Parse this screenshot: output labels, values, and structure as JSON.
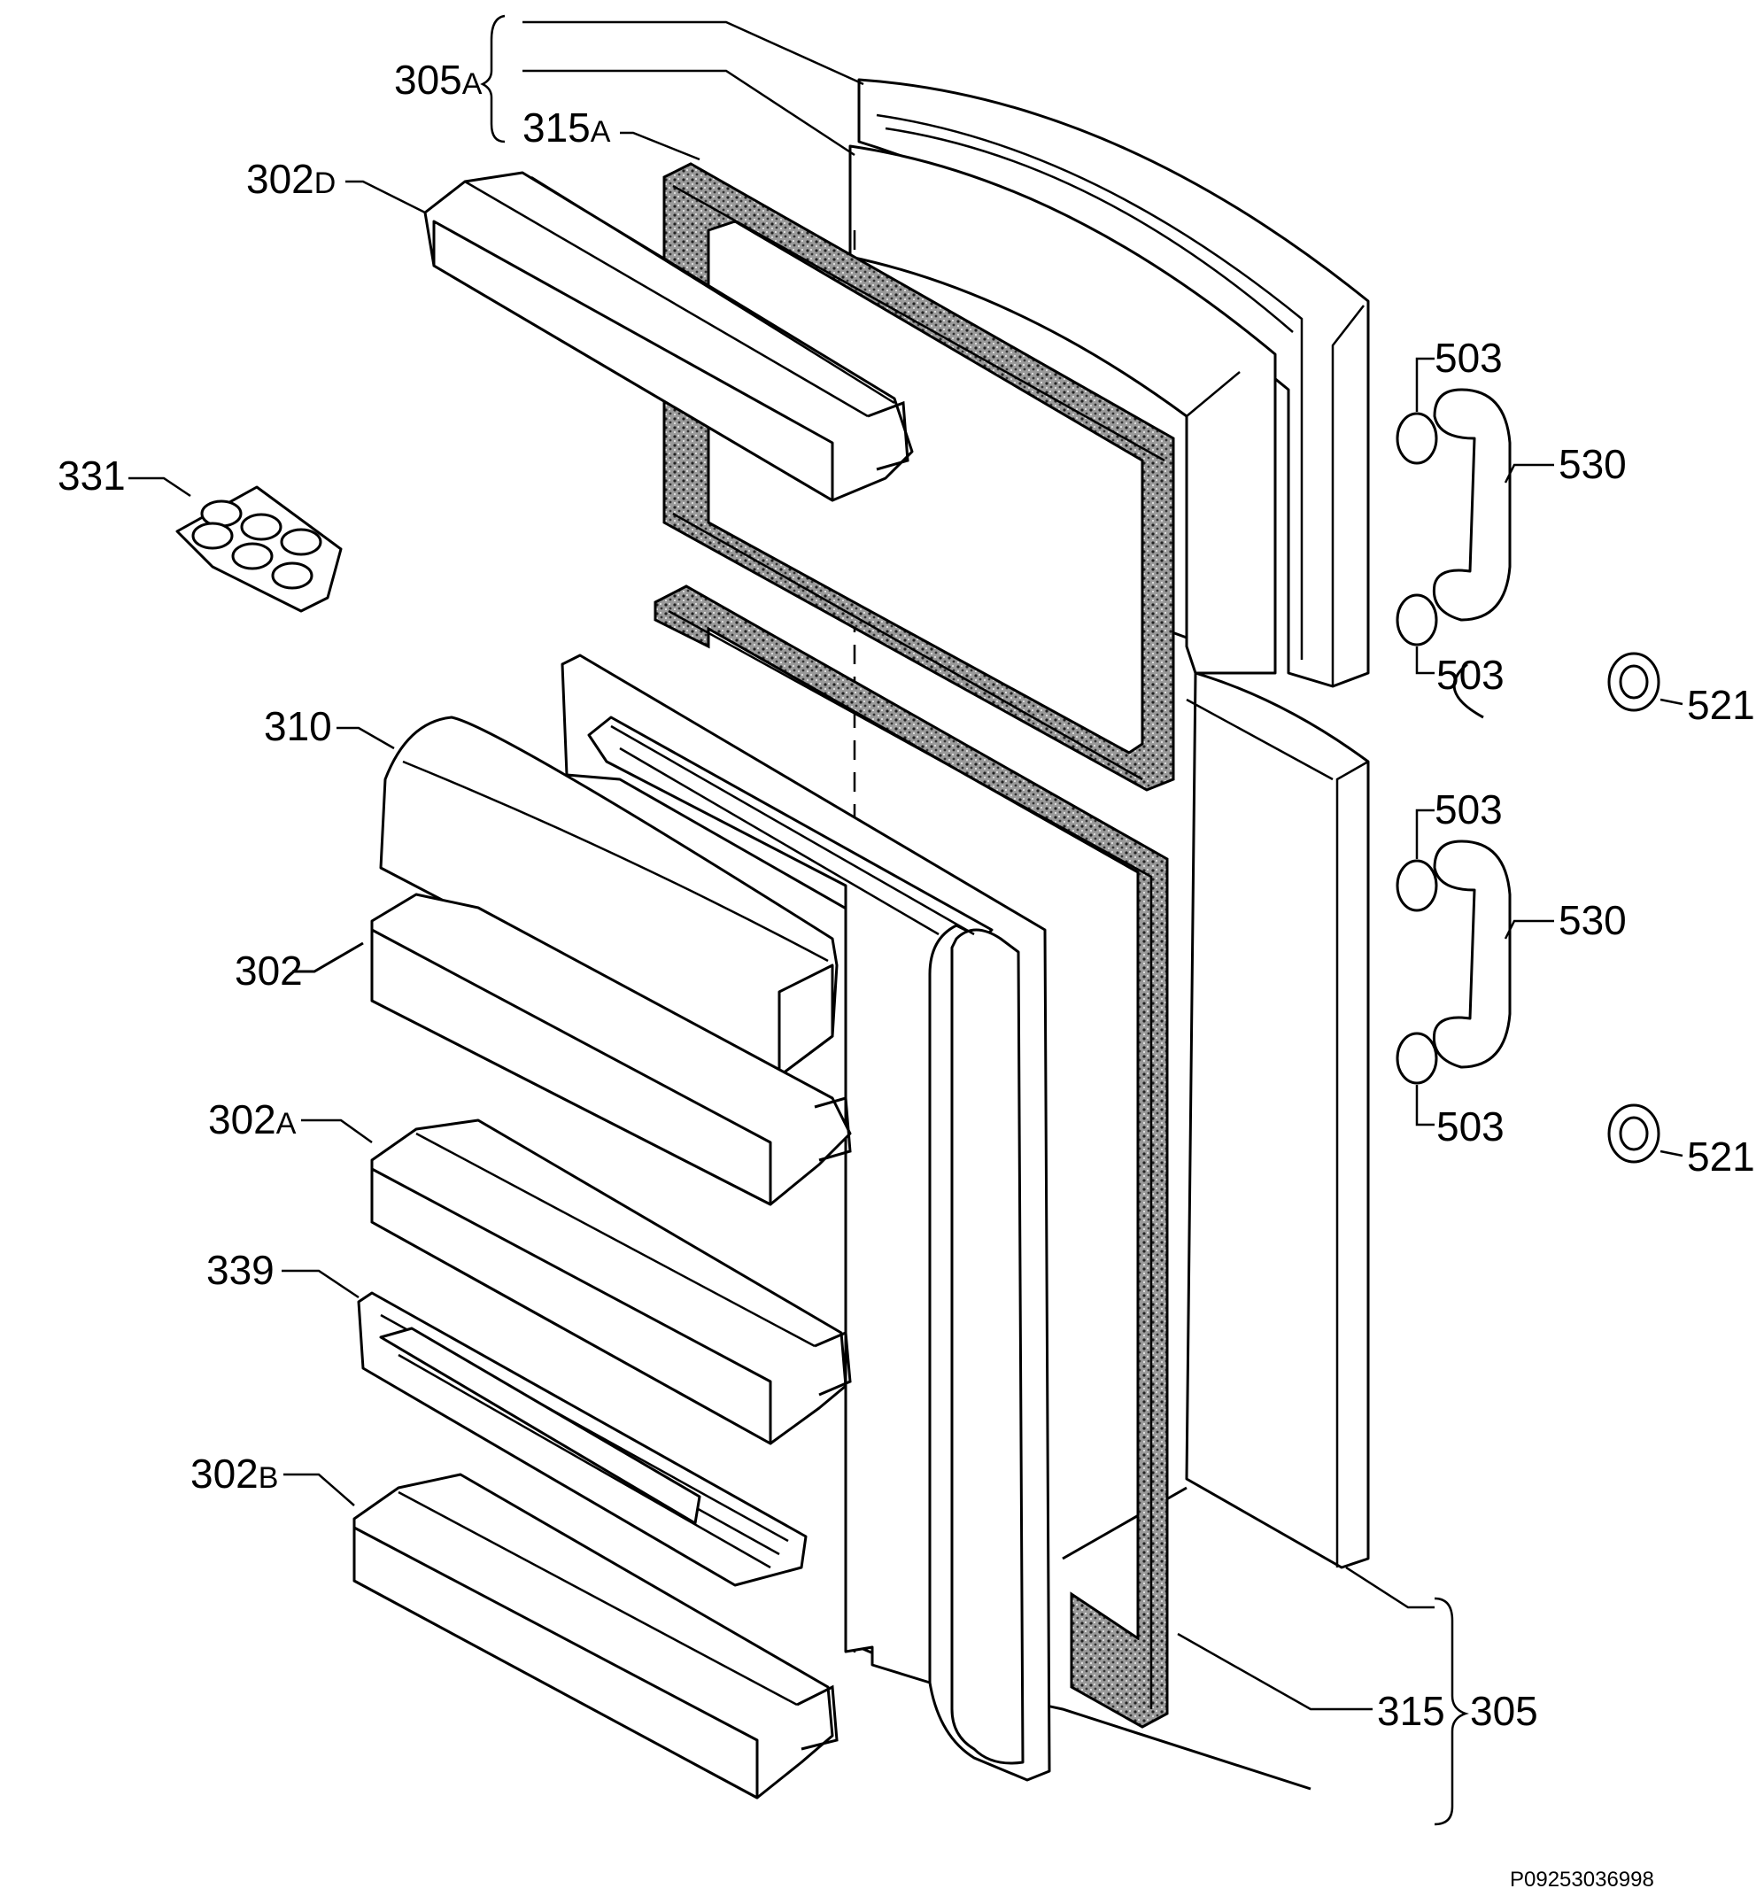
{
  "callouts": [
    {
      "id": "305a",
      "number": "305",
      "suffix": "A"
    },
    {
      "id": "315a",
      "number": "315",
      "suffix": "A"
    },
    {
      "id": "302d",
      "number": "302",
      "suffix": "D"
    },
    {
      "id": "331",
      "number": "331",
      "suffix": ""
    },
    {
      "id": "310",
      "number": "310",
      "suffix": ""
    },
    {
      "id": "302",
      "number": "302",
      "suffix": ""
    },
    {
      "id": "302a",
      "number": "302",
      "suffix": "A"
    },
    {
      "id": "339",
      "number": "339",
      "suffix": ""
    },
    {
      "id": "302b",
      "number": "302",
      "suffix": "B"
    },
    {
      "id": "503-1",
      "number": "503",
      "suffix": ""
    },
    {
      "id": "530-1",
      "number": "530",
      "suffix": ""
    },
    {
      "id": "503-2",
      "number": "503",
      "suffix": ""
    },
    {
      "id": "521-1",
      "number": "521",
      "suffix": ""
    },
    {
      "id": "503-3",
      "number": "503",
      "suffix": ""
    },
    {
      "id": "530-2",
      "number": "530",
      "suffix": ""
    },
    {
      "id": "503-4",
      "number": "503",
      "suffix": ""
    },
    {
      "id": "521-2",
      "number": "521",
      "suffix": ""
    },
    {
      "id": "315",
      "number": "315",
      "suffix": ""
    },
    {
      "id": "305",
      "number": "305",
      "suffix": ""
    }
  ],
  "drawing_code": "P09253036998"
}
